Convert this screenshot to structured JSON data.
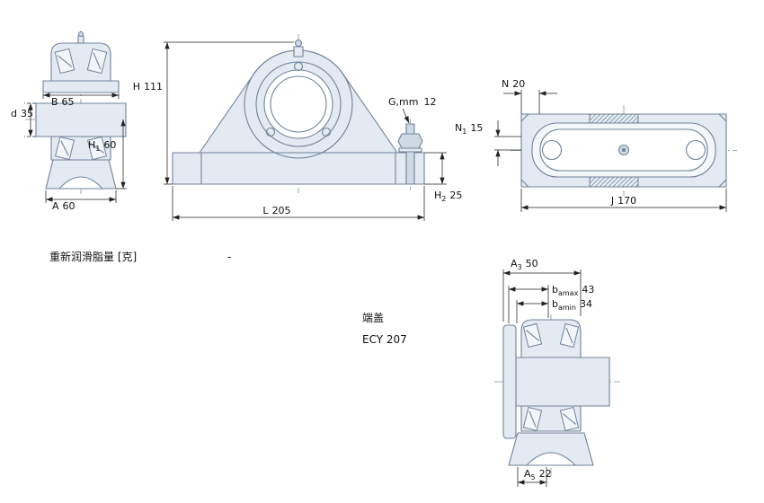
{
  "colors": {
    "part_stroke": "#70839a",
    "part_fill": "#e3eaf1",
    "dim_line": "#222222"
  },
  "texts": {
    "relube_label": "重新润滑脂量 [克]",
    "relube_value": "-",
    "endcap_label": "端盖",
    "endcap_value": "ECY 207"
  },
  "dimensions": {
    "B": {
      "name": "B",
      "sub": "",
      "value": "65"
    },
    "d": {
      "name": "d",
      "sub": "",
      "value": "35"
    },
    "H1": {
      "name": "H",
      "sub": "1",
      "value": "60"
    },
    "A": {
      "name": "A",
      "sub": "",
      "value": "60"
    },
    "H": {
      "name": "H",
      "sub": "",
      "value": "111"
    },
    "G": {
      "name": "G,mm",
      "sub": "",
      "value": "12"
    },
    "H2": {
      "name": "H",
      "sub": "2",
      "value": "25"
    },
    "L": {
      "name": "L",
      "sub": "",
      "value": "205"
    },
    "N": {
      "name": "N",
      "sub": "",
      "value": "20"
    },
    "N1": {
      "name": "N",
      "sub": "1",
      "value": "15"
    },
    "J": {
      "name": "J",
      "sub": "",
      "value": "170"
    },
    "A3": {
      "name": "A",
      "sub": "3",
      "value": "50"
    },
    "bamax": {
      "name": "b",
      "sub": "amax",
      "value": "43"
    },
    "bamin": {
      "name": "b",
      "sub": "amin",
      "value": "34"
    },
    "A5": {
      "name": "A",
      "sub": "5",
      "value": "22"
    }
  }
}
